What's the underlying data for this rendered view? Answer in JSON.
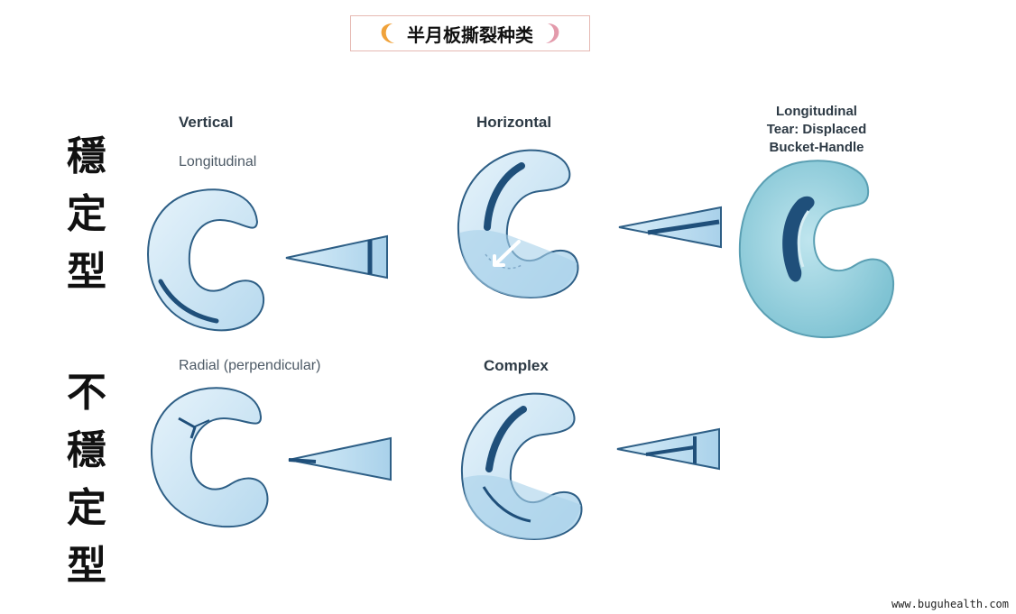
{
  "title": "半月板撕裂种类",
  "rows": [
    {
      "label_chars": [
        "穩",
        "定",
        "型"
      ]
    },
    {
      "label_chars": [
        "不",
        "穩",
        "定",
        "型"
      ]
    }
  ],
  "panels": {
    "vertical": {
      "heading": "Vertical",
      "subheading": "Longitudinal"
    },
    "horizontal": {
      "heading": "Horizontal"
    },
    "bucket_handle": {
      "heading_lines": [
        "Longitudinal",
        "Tear: Displaced",
        "Bucket-Handle"
      ]
    },
    "radial": {
      "heading": "Radial (perpendicular)"
    },
    "complex": {
      "heading": "Complex"
    }
  },
  "footer": "www.buguhealth.com",
  "colors": {
    "meniscus_fill": "#cfe6f4",
    "meniscus_edge": "#2e5f86",
    "tear": "#1f4f7a",
    "bucket_fill": "#9fd3df",
    "title_border": "#e6b9b3",
    "moon_left": "#f0a23a",
    "moon_right": "#e39aab"
  }
}
